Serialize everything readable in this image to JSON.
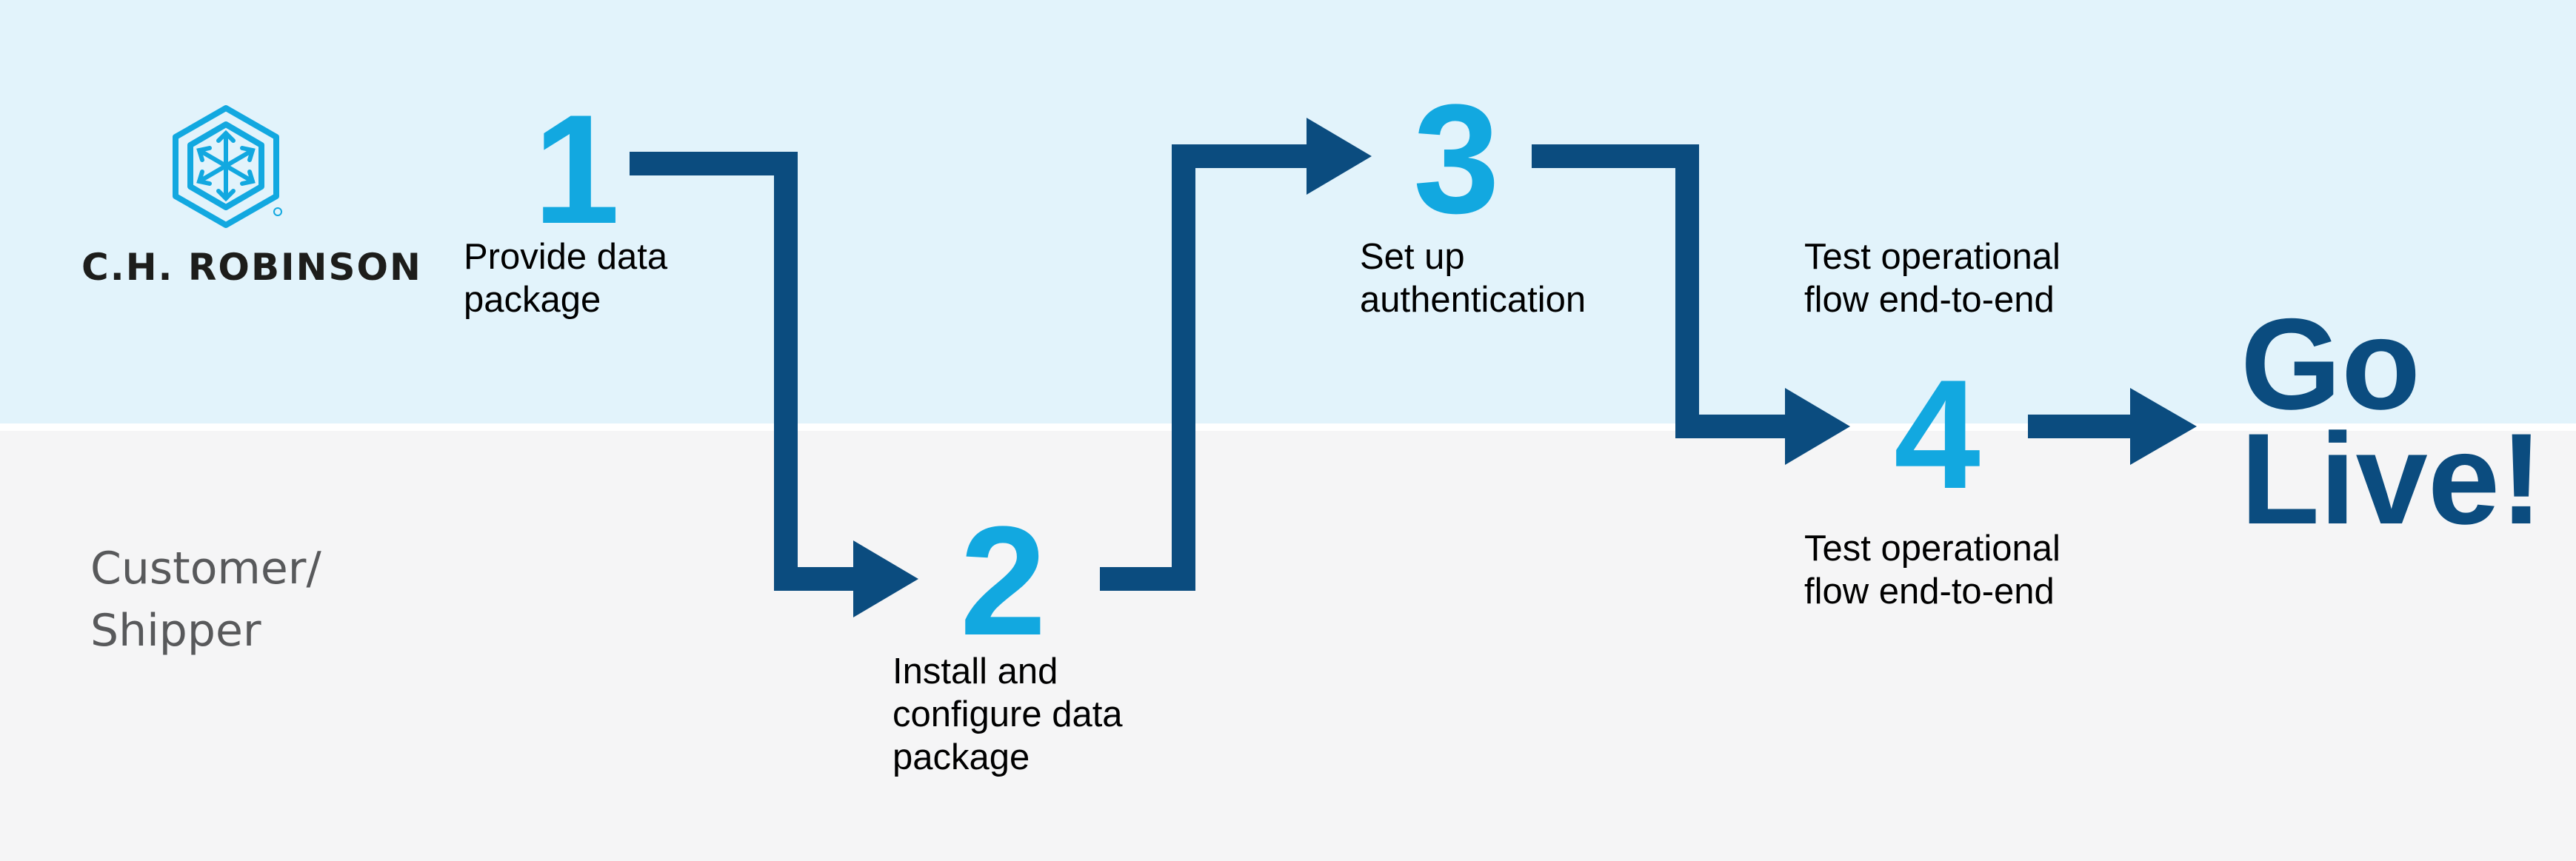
{
  "logo": {
    "name": "C.H. ROBINSON",
    "icon": "ch-robinson-hexagon-icon"
  },
  "lanes": {
    "shipper_label": [
      "Customer/",
      "Shipper"
    ]
  },
  "steps": [
    {
      "number": "1",
      "lines": [
        "Provide data",
        "package"
      ]
    },
    {
      "number": "2",
      "lines": [
        "Install and",
        "configure data",
        "package"
      ]
    },
    {
      "number": "3",
      "lines": [
        "Set up",
        "authentication"
      ]
    },
    {
      "number": "4",
      "lines_top": [
        "Test operational",
        "flow end-to-end"
      ],
      "lines_bottom": [
        "Test operational",
        "flow end-to-end"
      ]
    }
  ],
  "finale": {
    "lines": [
      "Go",
      "Live!"
    ]
  },
  "colors": {
    "accent_number": "#12a8e0",
    "arrow": "#0b4c7f",
    "top_lane_bg": "#e2f3fb",
    "bottom_lane_bg": "#f5f5f6"
  }
}
